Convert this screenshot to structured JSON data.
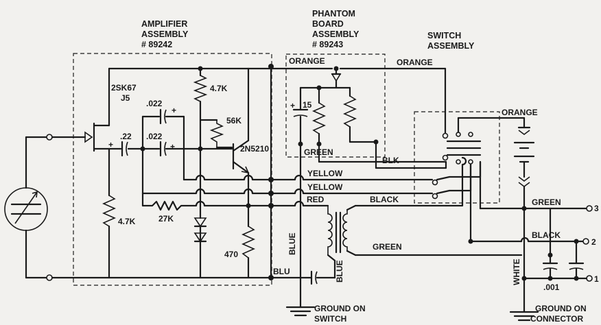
{
  "headers": {
    "amplifier": [
      "AMPLIFIER",
      "ASSEMBLY",
      "# 89242"
    ],
    "phantom": [
      "PHANTOM",
      "BOARD",
      "ASSEMBLY",
      "# 89243"
    ],
    "switch": [
      "SWITCH",
      "ASSEMBLY"
    ]
  },
  "components": {
    "fet": [
      "2SK67",
      "J5"
    ],
    "cap_coupling": ".22",
    "cap_top": ".022",
    "cap_mid": ".022",
    "res_collector": "4.7K",
    "res_56k": "56K",
    "transistor": "2N5210",
    "res_gate": "4.7K",
    "res_27k": "27K",
    "res_470": "470",
    "cap_phantom": "15",
    "cap_output": ".001"
  },
  "wires": {
    "orange_phantom": "ORANGE",
    "orange_top": "ORANGE",
    "orange_switch": "ORANGE",
    "green_phantom": "GREEN",
    "blk_phantom": "BLK",
    "yellow_1": "YELLOW",
    "yellow_2": "YELLOW",
    "red": "RED",
    "black_mid": "BLACK",
    "green_mid": "GREEN",
    "blu": "BLU",
    "blue_vertical_1": "BLUE",
    "blue_vertical_2": "BLUE",
    "white": "WHITE",
    "green_connector": "GREEN",
    "black_connector": "BLACK"
  },
  "pins": [
    "3",
    "2",
    "1"
  ],
  "grounds": {
    "switch": [
      "GROUND ON",
      "SWITCH"
    ],
    "connector": [
      "GROUND ON",
      "CONNECTOR"
    ]
  }
}
